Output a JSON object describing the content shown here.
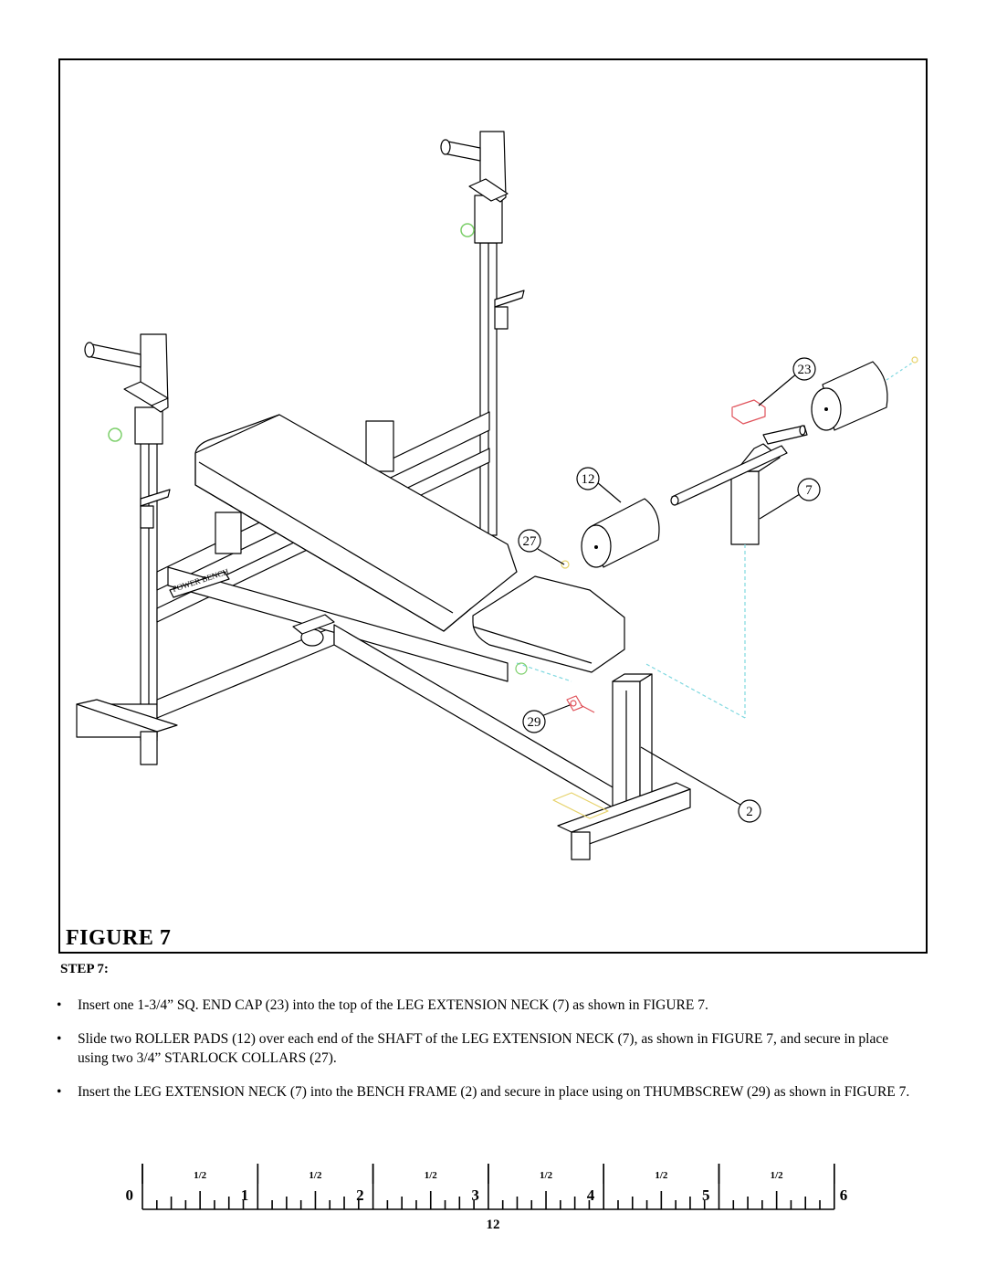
{
  "figure": {
    "title": "FIGURE 7",
    "callouts": [
      {
        "id": "callout-23",
        "label": "23"
      },
      {
        "id": "callout-12",
        "label": "12"
      },
      {
        "id": "callout-7",
        "label": "7"
      },
      {
        "id": "callout-27",
        "label": "27"
      },
      {
        "id": "callout-29",
        "label": "29"
      },
      {
        "id": "callout-2",
        "label": "2"
      }
    ],
    "colors": {
      "line": "#000000",
      "end_cap": "#e0525a",
      "thumbscrew": "#e0525a",
      "collar": "#7ccf6a",
      "guide": "#7fd8e0",
      "frame_fill": "#ffffff"
    }
  },
  "step": {
    "heading": "STEP 7:",
    "bullet_symbol": "•",
    "instructions": [
      "Insert one 1-3/4” SQ. END CAP (23) into the top of the LEG EXTENSION NECK (7) as shown in FIGURE 7.",
      "Slide two ROLLER PADS (12) over each end of the SHAFT of the LEG EXTENSION NECK (7), as shown in FIGURE 7, and secure in place using two 3/4” STARLOCK COLLARS (27).",
      "Insert the LEG EXTENSION NECK (7) into the BENCH FRAME (2) and secure in place using on THUMBSCREW (29) as shown in FIGURE 7."
    ]
  },
  "ruler": {
    "inch_labels": [
      "0",
      "1",
      "2",
      "3",
      "4",
      "5",
      "6"
    ],
    "half_label": "1/2"
  },
  "page_number": "12"
}
